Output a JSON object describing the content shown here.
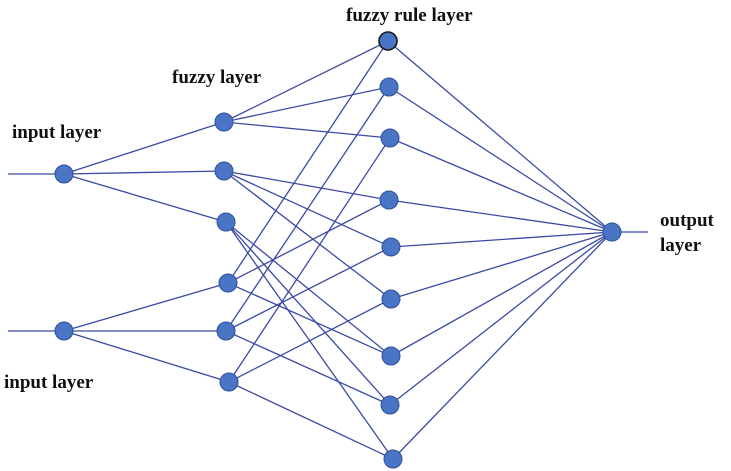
{
  "labels": {
    "input_top": "input layer",
    "input_bottom": "input layer",
    "fuzzy": "fuzzy layer",
    "rule": "fuzzy rule layer",
    "output_line1": "output",
    "output_line2": "layer"
  },
  "network": {
    "inputs": [
      "in1",
      "in2"
    ],
    "fuzzy": [
      "f1",
      "f2",
      "f3",
      "f4",
      "f5",
      "f6"
    ],
    "rules": [
      "r1",
      "r2",
      "r3",
      "r4",
      "r5",
      "r6",
      "r7",
      "r8",
      "r9"
    ],
    "output": "out",
    "input_to_fuzzy": [
      [
        "in1",
        "f1"
      ],
      [
        "in1",
        "f2"
      ],
      [
        "in1",
        "f3"
      ],
      [
        "in2",
        "f4"
      ],
      [
        "in2",
        "f5"
      ],
      [
        "in2",
        "f6"
      ]
    ],
    "fuzzy_to_rule": [
      [
        "f1",
        "r1"
      ],
      [
        "f1",
        "r2"
      ],
      [
        "f1",
        "r3"
      ],
      [
        "f2",
        "r4"
      ],
      [
        "f2",
        "r5"
      ],
      [
        "f2",
        "r6"
      ],
      [
        "f3",
        "r7"
      ],
      [
        "f3",
        "r8"
      ],
      [
        "f3",
        "r9"
      ],
      [
        "f4",
        "r1"
      ],
      [
        "f4",
        "r4"
      ],
      [
        "f4",
        "r7"
      ],
      [
        "f5",
        "r2"
      ],
      [
        "f5",
        "r5"
      ],
      [
        "f5",
        "r8"
      ],
      [
        "f6",
        "r3"
      ],
      [
        "f6",
        "r6"
      ],
      [
        "f6",
        "r9"
      ]
    ]
  },
  "colors": {
    "edge": "#3a4aa6",
    "node_fill": "#4a74c4",
    "node_stroke": "#2f4f9a",
    "top_rule_node_stroke": "#1a1a1a"
  }
}
